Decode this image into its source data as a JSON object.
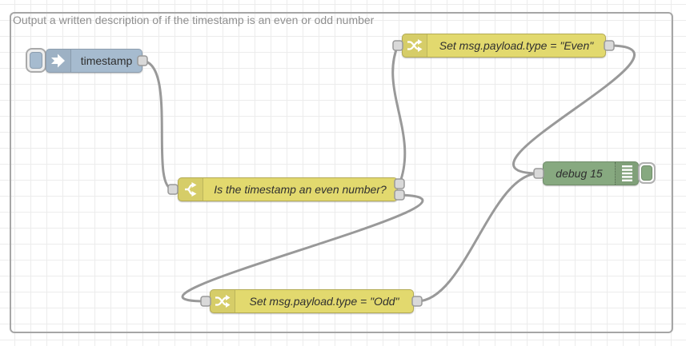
{
  "group": {
    "label": "Output a written description of if the timestamp is an even or odd number"
  },
  "nodes": {
    "inject": {
      "label": "timestamp",
      "type": "inject"
    },
    "switch_node": {
      "label": "Is the timestamp an even number?",
      "type": "switch"
    },
    "change_even": {
      "label": "Set msg.payload.type = \"Even\"",
      "type": "change"
    },
    "change_odd": {
      "label": "Set msg.payload.type = \"Odd\"",
      "type": "change"
    },
    "debug": {
      "label": "debug 15",
      "type": "debug"
    }
  },
  "icons": {
    "inject": "inject-arrow-icon",
    "switch": "fork-branch-icon",
    "change": "shuffle-icon",
    "debug": "console-lines-icon"
  },
  "colors": {
    "inject_fill": "#a6bbcf",
    "function_fill": "#e2d96e",
    "debug_fill": "#87a980",
    "wire": "#999999",
    "port_fill": "#d9d9d9",
    "port_stroke": "#999999",
    "group_border": "#a6a6a6",
    "group_label": "#8f8f8f",
    "grid_line": "#ececec",
    "label_text": "#2f2f2f"
  }
}
